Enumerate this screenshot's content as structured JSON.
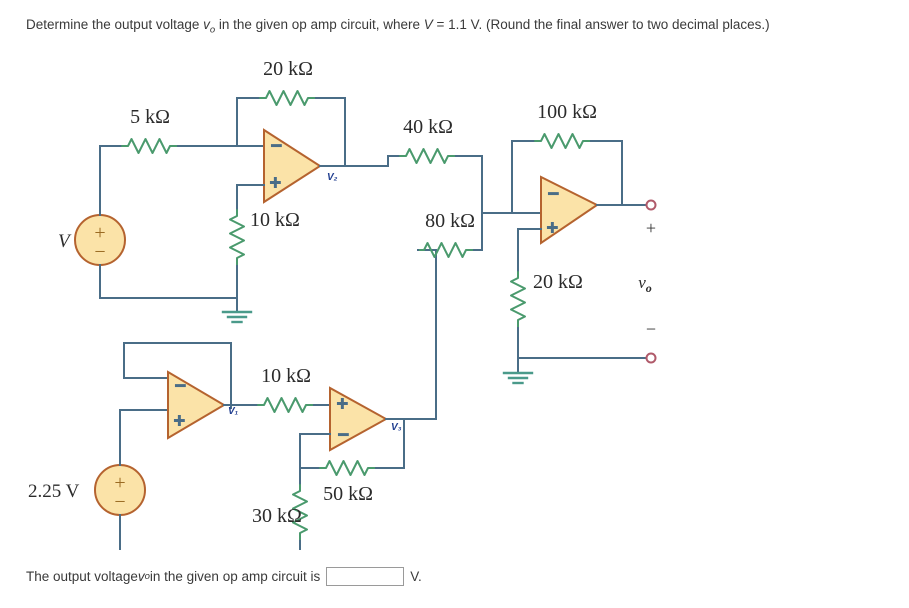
{
  "question": {
    "prefix": "Determine the output voltage ",
    "var_italic": "v",
    "var_sub": "o",
    "mid": " in the given op amp circuit, where ",
    "v_symbol": "V",
    "v_equals": " = 1.1 V. (Round the final answer to two decimal places.)"
  },
  "answer": {
    "prefix": "The output voltage ",
    "var_italic": "v",
    "var_sub": "o",
    "mid": " in the given op amp circuit is",
    "input_value": "",
    "input_placeholder": "",
    "unit": "V."
  },
  "circuit": {
    "title": "three-stage op amp circuit",
    "sources": [
      {
        "id": "V",
        "label": "V",
        "value_text": "V",
        "polarity_top": "+",
        "polarity_bottom": "−"
      },
      {
        "id": "V2p25",
        "label": "2.25 V",
        "value_text": "2.25 V",
        "polarity_top": "+",
        "polarity_bottom": "−"
      }
    ],
    "resistors": [
      {
        "id": "R5k",
        "label": "5 kΩ",
        "orientation": "horizontal"
      },
      {
        "id": "R20k",
        "label": "20 kΩ",
        "orientation": "horizontal"
      },
      {
        "id": "R10ka",
        "label": "10 kΩ",
        "orientation": "vertical"
      },
      {
        "id": "R40k",
        "label": "40 kΩ",
        "orientation": "horizontal"
      },
      {
        "id": "R80k",
        "label": "80 kΩ",
        "orientation": "horizontal"
      },
      {
        "id": "R100k",
        "label": "100 kΩ",
        "orientation": "horizontal"
      },
      {
        "id": "R20kb",
        "label": "20 kΩ",
        "orientation": "vertical"
      },
      {
        "id": "R10kb",
        "label": "10 kΩ",
        "orientation": "horizontal"
      },
      {
        "id": "R30k",
        "label": "30 kΩ",
        "orientation": "vertical"
      },
      {
        "id": "R50k",
        "label": "50 kΩ",
        "orientation": "horizontal"
      }
    ],
    "opamps": [
      {
        "id": "A2",
        "output_label": "V₂",
        "inv_sign": "−",
        "non_inv_sign": "+",
        "inv_on_top": true
      },
      {
        "id": "A1",
        "output_label": "V₁",
        "inv_sign": "−",
        "non_inv_sign": "+",
        "inv_on_top": true
      },
      {
        "id": "A3",
        "output_label": "V₃",
        "inv_sign": "−",
        "non_inv_sign": "+",
        "inv_on_top": false
      },
      {
        "id": "A4",
        "output_label": "",
        "inv_sign": "−",
        "non_inv_sign": "+",
        "inv_on_top": true
      }
    ],
    "output_port": {
      "plus": "+",
      "minus": "−",
      "label_main": "v",
      "label_sub": "o"
    },
    "grounds": 3,
    "colors": {
      "wire": "#4a6d87",
      "resistor": "#4a9a6d",
      "opamp_fill": "#fbe3a8",
      "opamp_stroke": "#b5632f",
      "opamp_sign": "#9a4a22",
      "source_fill": "#fbe3a8",
      "source_stroke": "#b5632f",
      "terminal": "#b05a6a",
      "node_label": "#1f3d8f",
      "ground": "#4a9a8a",
      "text": "#2b2b2b"
    }
  }
}
